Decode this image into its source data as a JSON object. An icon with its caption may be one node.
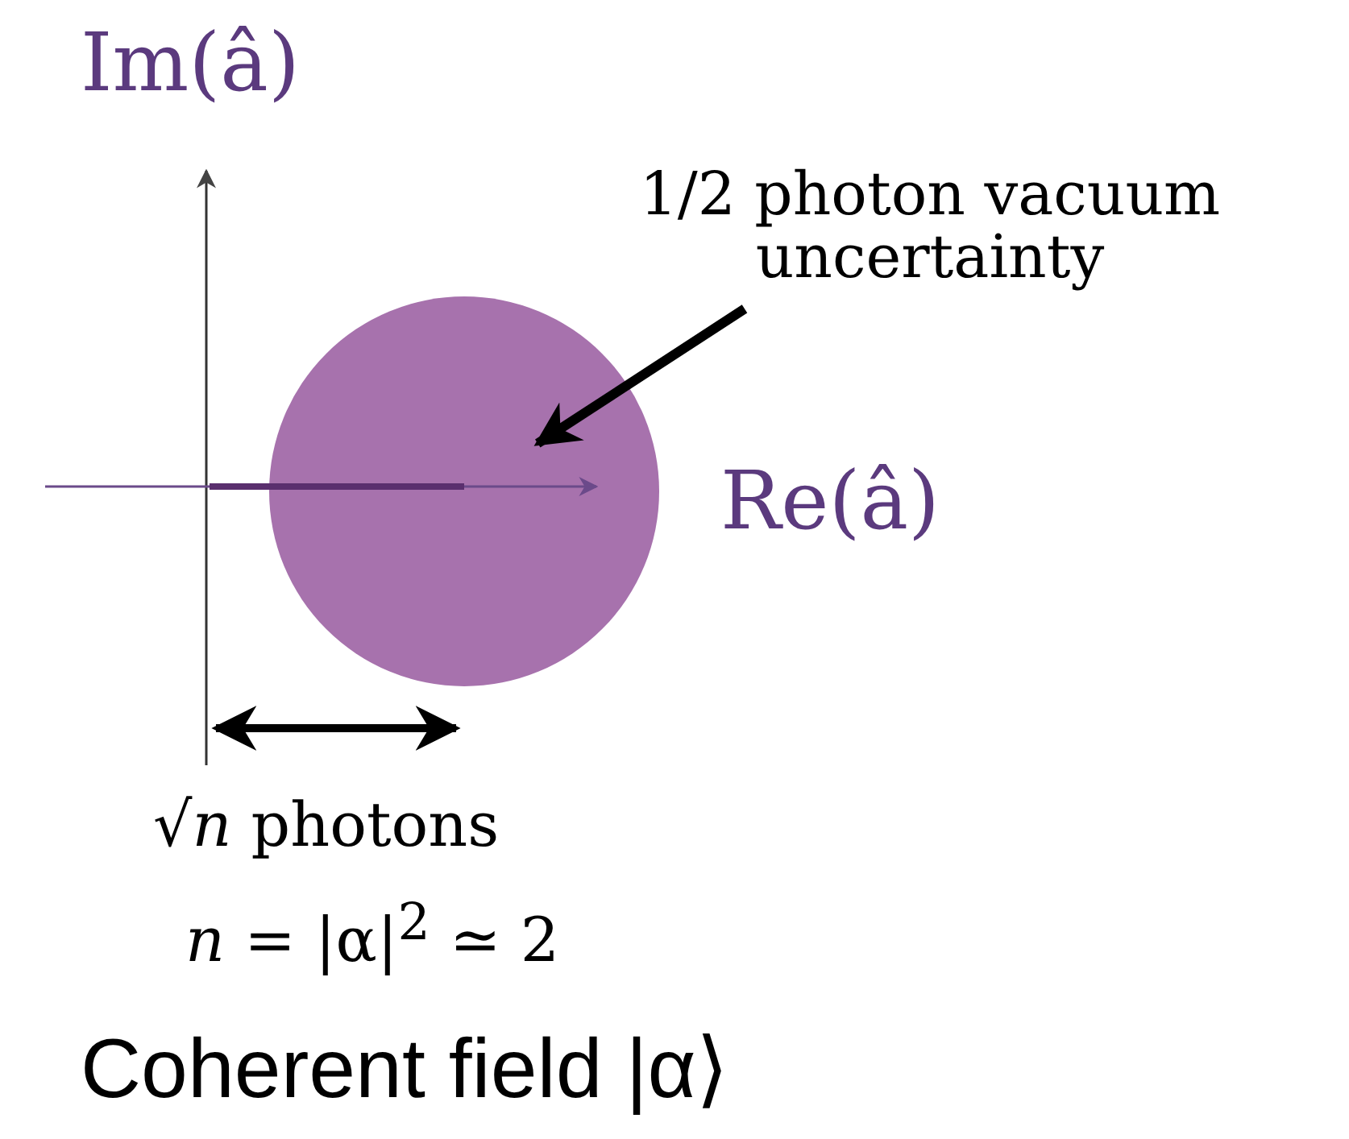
{
  "diagram": {
    "caption": "Coherent field |α⟩",
    "nodes": [
      {
        "text": [],
        "shape": "circle"
      },
      {
        "text": [
          "1/2 photon vacuum uncertainty"
        ]
      }
    ],
    "edges": [
      {
        "from": 1,
        "to": 0,
        "arrow": "to"
      }
    ],
    "labels": [
      "Im(â)",
      "Re(â)",
      "√*n* photons",
      "*n* = |α|$^{2}$ ≃ 2"
    ]
  }
}
